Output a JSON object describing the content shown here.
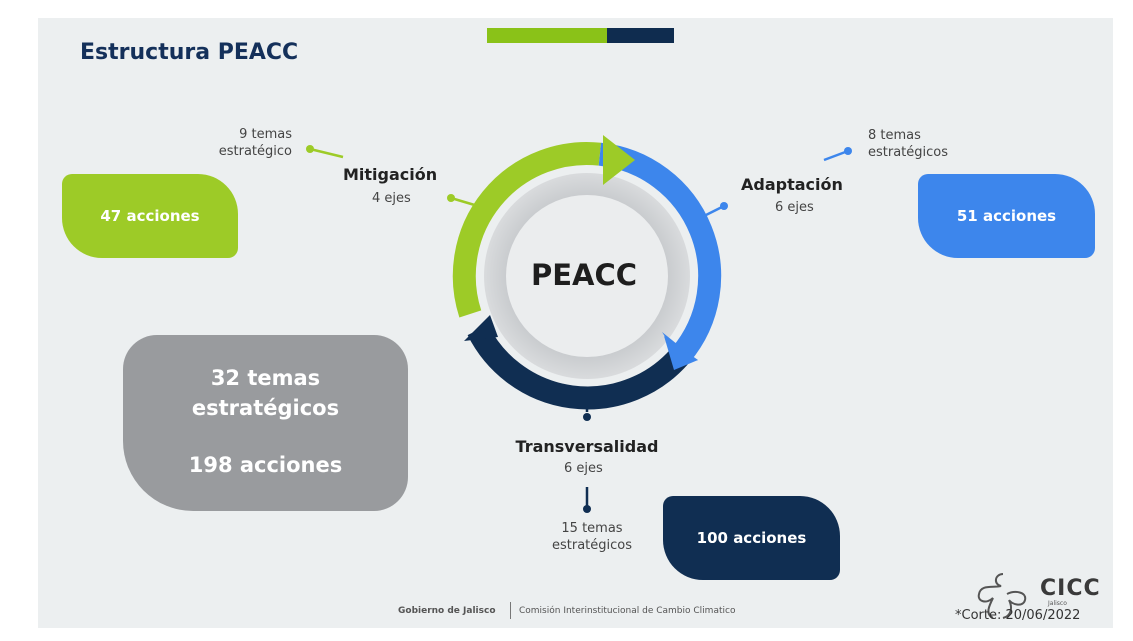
{
  "title": "Estructura PEACC",
  "center": "PEACC",
  "mitigacion": {
    "name": "Mitigación",
    "ejes": "4 ejes",
    "temas_line1": "9 temas",
    "temas_line2": "estratégico",
    "acciones": "47 acciones",
    "color": "#9dcb27"
  },
  "adaptacion": {
    "name": "Adaptación",
    "ejes": "6 ejes",
    "temas_line1": "8 temas",
    "temas_line2": "estratégicos",
    "acciones": "51 acciones",
    "color": "#3d86ec"
  },
  "transversalidad": {
    "name": "Transversalidad",
    "ejes": "6 ejes",
    "temas_line1": "15 temas",
    "temas_line2": "estratégicos",
    "acciones": "100 acciones",
    "color": "#102e52"
  },
  "summary": {
    "temas_line1": "32 temas",
    "temas_line2": "estratégicos",
    "acciones": "198 acciones"
  },
  "footer": {
    "gobierno": "Gobierno de Jalisco",
    "comision": "Comisión Interinstitucional de Cambio Climatico",
    "logo": "CICC",
    "logo_sub": "Jalisco",
    "corte": "*Corte: 20/06/2022"
  }
}
